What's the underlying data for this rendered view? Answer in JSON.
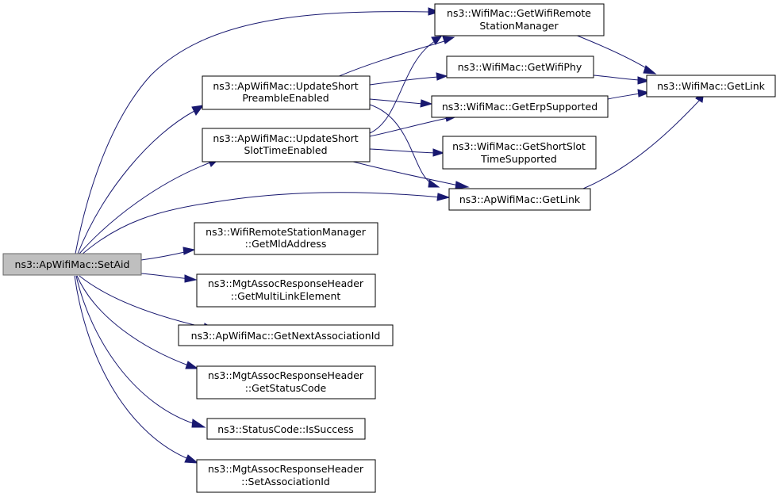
{
  "nodes": {
    "setaid": [
      "ns3::ApWifiMac::SetAid"
    ],
    "updshortpre": [
      "ns3::ApWifiMac::UpdateShort",
      "PreambleEnabled"
    ],
    "updshortslot": [
      "ns3::ApWifiMac::UpdateShort",
      "SlotTimeEnabled"
    ],
    "getrsm": [
      "ns3::WifiMac::GetWifiRemote",
      "StationManager"
    ],
    "getwifiphy": [
      "ns3::WifiMac::GetWifiPhy"
    ],
    "geterp": [
      "ns3::WifiMac::GetErpSupported"
    ],
    "getshortslot": [
      "ns3::WifiMac::GetShortSlot",
      "TimeSupported"
    ],
    "aplink": [
      "ns3::ApWifiMac::GetLink"
    ],
    "maclink": [
      "ns3::WifiMac::GetLink"
    ],
    "mldaddr": [
      "ns3::WifiRemoteStationManager",
      "::GetMldAddress"
    ],
    "multilink": [
      "ns3::MgtAssocResponseHeader",
      "::GetMultiLinkElement"
    ],
    "nextassoc": [
      "ns3::ApWifiMac::GetNextAssociationId"
    ],
    "statuscode": [
      "ns3::MgtAssocResponseHeader",
      "::GetStatusCode"
    ],
    "issuccess": [
      "ns3::StatusCode::IsSuccess"
    ],
    "setassoc": [
      "ns3::MgtAssocResponseHeader",
      "::SetAssociationId"
    ]
  },
  "edges": [
    [
      "setaid",
      "getrsm"
    ],
    [
      "setaid",
      "updshortpre"
    ],
    [
      "setaid",
      "updshortslot"
    ],
    [
      "setaid",
      "aplink"
    ],
    [
      "setaid",
      "mldaddr"
    ],
    [
      "setaid",
      "multilink"
    ],
    [
      "setaid",
      "nextassoc"
    ],
    [
      "setaid",
      "statuscode"
    ],
    [
      "setaid",
      "issuccess"
    ],
    [
      "setaid",
      "setassoc"
    ],
    [
      "updshortpre",
      "getrsm"
    ],
    [
      "updshortpre",
      "getwifiphy"
    ],
    [
      "updshortpre",
      "geterp"
    ],
    [
      "updshortpre",
      "aplink"
    ],
    [
      "updshortslot",
      "getrsm"
    ],
    [
      "updshortslot",
      "geterp"
    ],
    [
      "updshortslot",
      "getshortslot"
    ],
    [
      "updshortslot",
      "aplink"
    ],
    [
      "getrsm",
      "maclink"
    ],
    [
      "getwifiphy",
      "maclink"
    ],
    [
      "geterp",
      "maclink"
    ],
    [
      "aplink",
      "maclink"
    ]
  ]
}
